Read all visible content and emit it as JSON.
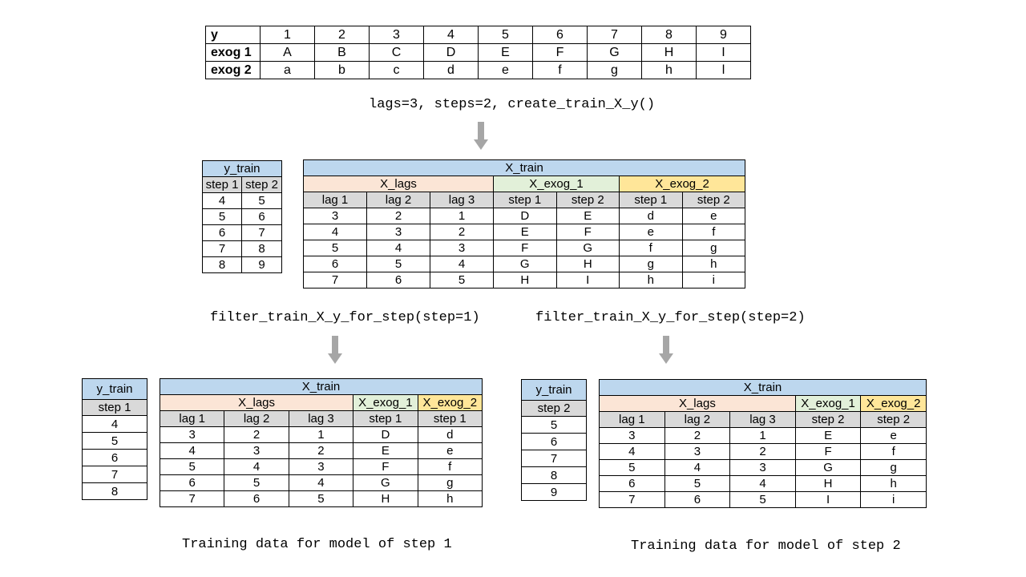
{
  "input_table": {
    "rows": [
      [
        "y",
        "1",
        "2",
        "3",
        "4",
        "5",
        "6",
        "7",
        "8",
        "9"
      ],
      [
        "exog 1",
        "A",
        "B",
        "C",
        "D",
        "E",
        "F",
        "G",
        "H",
        "I"
      ],
      [
        "exog 2",
        "a",
        "b",
        "c",
        "d",
        "e",
        "f",
        "g",
        "h",
        "l"
      ]
    ]
  },
  "call_create": "lags=3, steps=2, create_train_X_y()",
  "middle": {
    "y_train": {
      "title": "y_train",
      "headers": [
        "step 1",
        "step 2"
      ],
      "rows": [
        [
          "4",
          "5"
        ],
        [
          "5",
          "6"
        ],
        [
          "6",
          "7"
        ],
        [
          "7",
          "8"
        ],
        [
          "8",
          "9"
        ]
      ]
    },
    "x_train": {
      "title": "X_train",
      "groups": [
        "X_lags",
        "X_exog_1",
        "X_exog_2"
      ],
      "headers": [
        "lag 1",
        "lag 2",
        "lag 3",
        "step 1",
        "step 2",
        "step 1",
        "step 2"
      ],
      "rows": [
        [
          "3",
          "2",
          "1",
          "D",
          "E",
          "d",
          "e"
        ],
        [
          "4",
          "3",
          "2",
          "E",
          "F",
          "e",
          "f"
        ],
        [
          "5",
          "4",
          "3",
          "F",
          "G",
          "f",
          "g"
        ],
        [
          "6",
          "5",
          "4",
          "G",
          "H",
          "g",
          "h"
        ],
        [
          "7",
          "6",
          "5",
          "H",
          "I",
          "h",
          "i"
        ]
      ]
    }
  },
  "call_step1": "filter_train_X_y_for_step(step=1)",
  "call_step2": "filter_train_X_y_for_step(step=2)",
  "step1": {
    "y_train": {
      "title": "y_train",
      "header": "step 1",
      "rows": [
        "4",
        "5",
        "6",
        "7",
        "8"
      ]
    },
    "x_train": {
      "title": "X_train",
      "groups": [
        "X_lags",
        "X_exog_1",
        "X_exog_2"
      ],
      "headers": [
        "lag 1",
        "lag 2",
        "lag 3",
        "step 1",
        "step 1"
      ],
      "rows": [
        [
          "3",
          "2",
          "1",
          "D",
          "d"
        ],
        [
          "4",
          "3",
          "2",
          "E",
          "e"
        ],
        [
          "5",
          "4",
          "3",
          "F",
          "f"
        ],
        [
          "6",
          "5",
          "4",
          "G",
          "g"
        ],
        [
          "7",
          "6",
          "5",
          "H",
          "h"
        ]
      ]
    },
    "caption": "Training data for model of step 1"
  },
  "step2": {
    "y_train": {
      "title": "y_train",
      "header": "step 2",
      "rows": [
        "5",
        "6",
        "7",
        "8",
        "9"
      ]
    },
    "x_train": {
      "title": "X_train",
      "groups": [
        "X_lags",
        "X_exog_1",
        "X_exog_2"
      ],
      "headers": [
        "lag 1",
        "lag 2",
        "lag 3",
        "step 2",
        "step 2"
      ],
      "rows": [
        [
          "3",
          "2",
          "1",
          "E",
          "e"
        ],
        [
          "4",
          "3",
          "2",
          "F",
          "f"
        ],
        [
          "5",
          "4",
          "3",
          "G",
          "g"
        ],
        [
          "6",
          "5",
          "4",
          "H",
          "h"
        ],
        [
          "7",
          "6",
          "5",
          "I",
          "i"
        ]
      ]
    },
    "caption": "Training data for model of step 2"
  },
  "colors": {
    "blue": "#bdd7ee",
    "orange": "#fbe5d6",
    "green": "#e2f0d9",
    "yellow": "#ffe699",
    "gray": "#d9d9d9",
    "arrow": "#a6a6a6"
  }
}
